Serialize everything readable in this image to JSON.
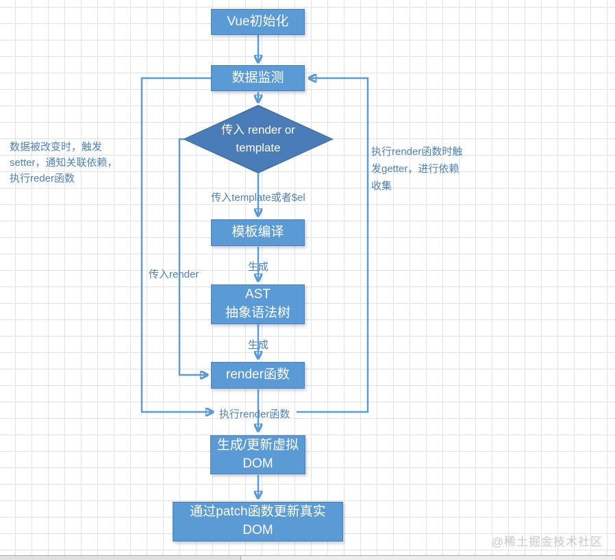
{
  "colors": {
    "node_fill": "#5B9BD5",
    "node_border": "#4A7EBB",
    "diamond_fill": "#4A7CB8",
    "diamond_border": "#3E6CA0",
    "connector": "#5B9BD5",
    "connector_label_text": "#4E81BD",
    "node_text": "#FFFFFF",
    "grid_line": "#E2E2E2",
    "watermark_text": "#C9C9C9"
  },
  "nodes": {
    "init": {
      "label": "Vue初始化"
    },
    "observe": {
      "label": "数据监测"
    },
    "decision": {
      "line1": "传入 render or",
      "line2": "template"
    },
    "compile": {
      "label": "模板编译"
    },
    "ast": {
      "line1": "AST",
      "line2": "抽象语法树"
    },
    "render_fn": {
      "label": "render函数"
    },
    "vdom": {
      "line1": "生成/更新虚拟",
      "line2": "DOM"
    },
    "patch": {
      "line1": "通过patch函数更新真实",
      "line2": "DOM"
    }
  },
  "edge_labels": {
    "pass_template": "传入template或者$el",
    "generate_ast": "生成",
    "generate_render": "生成",
    "pass_render": "传入render",
    "exec_render": "执行render函数"
  },
  "annotations": {
    "left_lines": [
      "数据被改变时，触发",
      "setter，通知关联依赖，",
      "执行reder函数"
    ],
    "right_lines": [
      "执行render函数时触",
      "发getter，进行依赖",
      "收集"
    ]
  },
  "watermark": "@稀土掘金技术社区"
}
